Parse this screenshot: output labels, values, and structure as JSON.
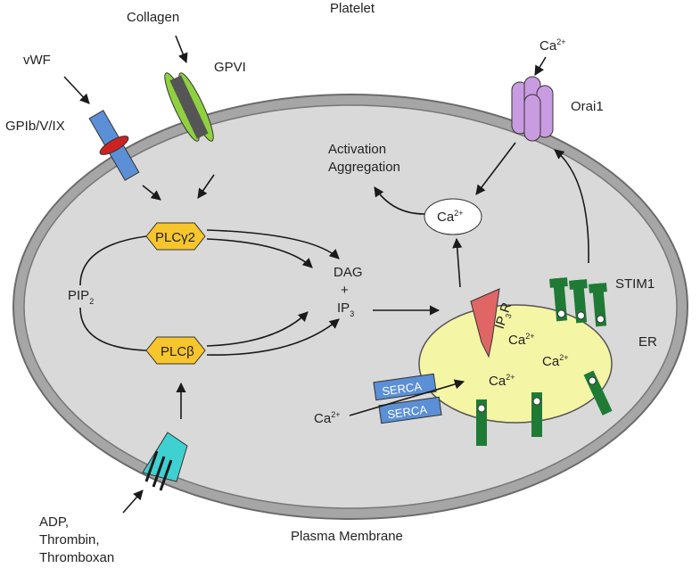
{
  "labels": {
    "platelet": "Platelet",
    "collagen": "Collagen",
    "vwf": "vWF",
    "gpvi": "GPVI",
    "gpib": "GPIb/V/IX",
    "orai1": "Orai1",
    "ca_outside": "Ca",
    "activation": "Activation",
    "aggregation": "Aggregation",
    "ca_cytosol": "Ca",
    "plcg2": "PLCγ2",
    "plcb": "PLCβ",
    "pip": "PIP",
    "pip_sub": "2",
    "dag": "DAG",
    "plus": "+",
    "ip": "IP",
    "ip_sub": "3",
    "stim1": "STIM1",
    "er": "ER",
    "ip3r": "IP",
    "ip3r_sub": "3",
    "ip3r_suffix": "R",
    "er_ca_1": "Ca",
    "er_ca_2": "Ca",
    "er_ca_3": "Ca",
    "serca_1": "SERCA",
    "serca_2": "SERCA",
    "ca_serca": "Ca",
    "ca_sup": "2+",
    "agonists_1": "ADP,",
    "agonists_2": "Thrombin,",
    "agonists_3": "Thromboxan",
    "plasma_membrane": "Plasma Membrane"
  },
  "colors": {
    "membrane": "#a6a6a6",
    "membrane_stroke": "#6b6b6b",
    "cytoplasm": "#d9d9d9",
    "er": "#f5f5a6",
    "plc": "#f7c52c",
    "gpvi": "#8fd13f",
    "gpib": "#5b8fd6",
    "gpib_band": "#cc2222",
    "orai": "#c99be0",
    "stim": "#1f7a35",
    "serca": "#5b8fd6",
    "ip3r": "#e06666",
    "p2y": "#3fd1d1"
  }
}
